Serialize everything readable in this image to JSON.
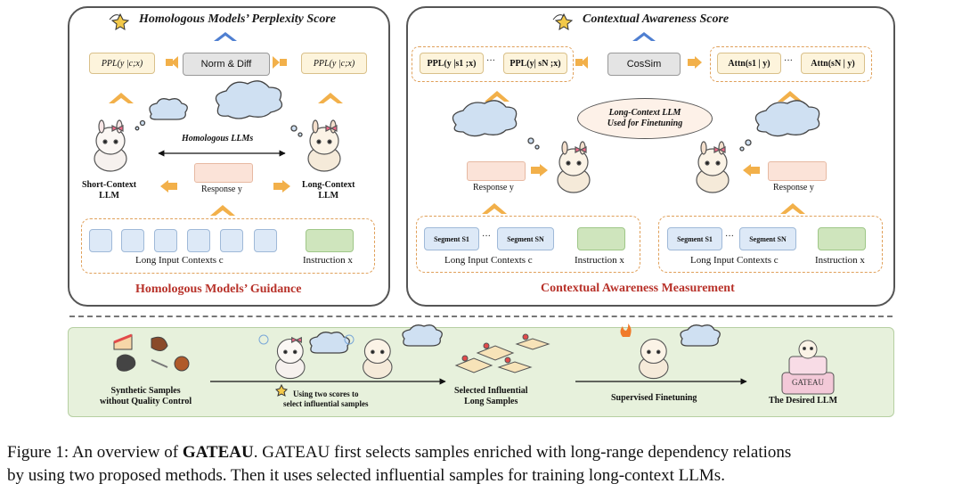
{
  "left_panel": {
    "title": "Homologous Models’ Perplexity Score",
    "ppl_left": "PPL(y |c;x)",
    "ppl_right": "PPL(y |c;x)",
    "norm_diff": "Norm & Diff",
    "homologous_llms": "Homologous LLMs",
    "short_llm": "Short-Context\nLLM",
    "long_llm": "Long-Context\nLLM",
    "response": "Response y",
    "contexts": "Long Input Contexts  c",
    "instruction": "Instruction  x",
    "subtitle": "Homologous Models’ Guidance"
  },
  "right_panel": {
    "title": "Contextual Awareness Score",
    "ppl_s1": "PPL(y |s1 ;x)",
    "ppl_sn": "PPL(y| sN ;x)",
    "cossim": "CosSim",
    "attn_s1": "Attn(s1 | y)",
    "attn_sn": "Attn(sN | y)",
    "ellipsis": "···",
    "oval": "Long-Context LLM\nUsed for Finetuning",
    "response_left": "Response y",
    "response_right": "Response y",
    "segment_1": "Segment S1",
    "segment_n": "Segment SN",
    "contexts_left": "Long Input Contexts c",
    "instruction_left": "Instruction x",
    "contexts_right": "Long Input Contexts c",
    "instruction_right": "Instruction x",
    "subtitle": "Contextual Awareness Measurement"
  },
  "bottom": {
    "synthetic": "Synthetic Samples\nwithout Quality Control",
    "using_scores": "Using two scores to\nselect influential samples",
    "selected": "Selected Influential\nLong Samples",
    "sft": "Supervised Finetuning",
    "desired": "The Desired LLM",
    "cake_label": "GATEAU"
  },
  "caption": {
    "line1_prefix": "Figure 1: An overview of ",
    "line1_bold": "GATEAU",
    "line1_suffix": ". GATEAU first selects samples enriched with long-range dependency relations",
    "line2": "by using two proposed methods. Then it uses selected influential samples for training long-context LLMs."
  },
  "colors": {
    "arrow_orange": "#f2b04a",
    "arrow_blue": "#4f7fd1",
    "subtitle_red": "#b8322a",
    "bottom_bg": "#e7f1dc"
  }
}
